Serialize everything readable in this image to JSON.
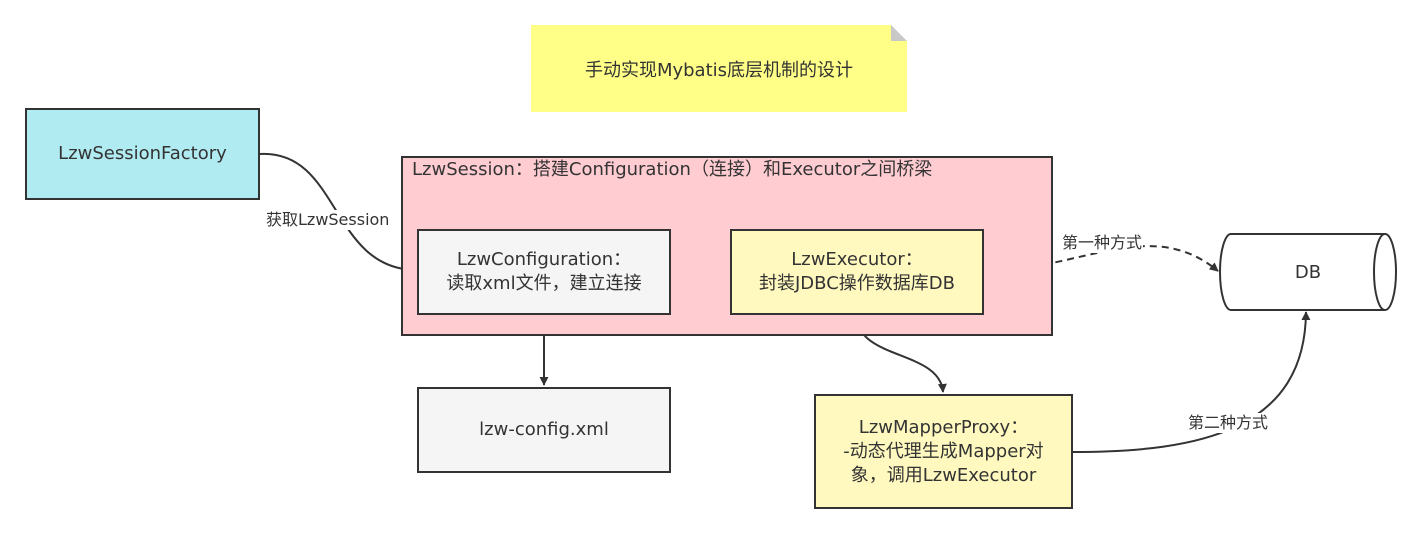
{
  "note": {
    "text": "手动实现Mybatis底层机制的设计"
  },
  "session_factory": {
    "label": "LzwSessionFactory",
    "fill": "#b1ebf2"
  },
  "session": {
    "title": "LzwSession：搭建Configuration（连接）和Executor之间桥梁",
    "fill": "#ffccd1"
  },
  "configuration": {
    "line1": "LzwConfiguration：",
    "line2": "读取xml文件，建立连接",
    "fill": "#f5f5f5"
  },
  "executor": {
    "line1": "LzwExecutor：",
    "line2": "封装JDBC操作数据库DB",
    "fill": "#fff9c0"
  },
  "config_xml": {
    "label": "lzw-config.xml",
    "fill": "#f5f5f5"
  },
  "mapper_proxy": {
    "line1": "LzwMapperProxy：",
    "line2": "-动态代理生成Mapper对",
    "line3": "象，调用LzwExecutor",
    "fill": "#fff9c0"
  },
  "db": {
    "label": "DB"
  },
  "edges": {
    "get_session": "获取LzwSession",
    "first_way": "第一种方式",
    "second_way": "第二种方式"
  }
}
